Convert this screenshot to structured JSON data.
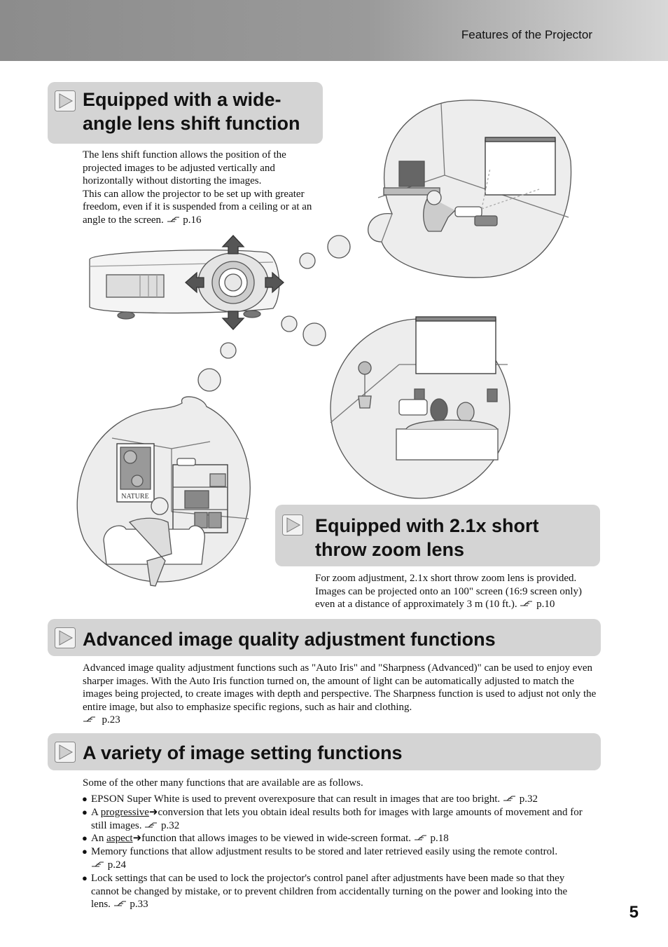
{
  "header": {
    "title": "Features of the Projector"
  },
  "sections": {
    "lens_shift": {
      "title_line1": "Equipped with a wide-",
      "title_line2": "angle lens shift function",
      "p1": "The lens shift function allows the position of the projected images to be adjusted vertically and horizontally without distorting the images.",
      "p2": "This can allow the projector to be set up with greater freedom, even if it is suspended from a ceiling or at an angle to the screen.",
      "ref": "p.16"
    },
    "zoom": {
      "title_line1": "Equipped with 2.1x short",
      "title_line2": "throw zoom lens",
      "text": "For zoom adjustment, 2.1x short throw zoom lens is provided. Images can be projected onto an 100\" screen (16:9 screen only) even at a distance of approximately 3 m (10 ft.).",
      "ref": "p.10"
    },
    "quality": {
      "title": "Advanced image quality adjustment functions",
      "text": "Advanced image quality adjustment functions such as \"Auto Iris\" and \"Sharpness (Advanced)\" can be used to enjoy even sharper images. With the Auto Iris function turned on, the amount of light can be automatically adjusted to match the images being projected, to create images with depth and perspective. The Sharpness function is used to adjust not only the entire image, but also to emphasize specific regions, such as hair and clothing.",
      "ref": "p.23"
    },
    "settings": {
      "title": "A variety of image setting functions",
      "intro": "Some of the other many functions that are available are as follows.",
      "b1_text": "EPSON Super White is used to prevent overexposure that can result in images that are too bright.",
      "b1_ref": "p.32",
      "b2_pre": "A ",
      "b2_term": "progressive",
      "b2_post": "conversion that lets you obtain ideal results both for images with large amounts of movement and for still images.",
      "b2_ref": "p.32",
      "b3_pre": "An ",
      "b3_term": "aspect",
      "b3_post": "function that allows images to be viewed in wide-screen format.",
      "b3_ref": "p.18",
      "b4_text": "Memory functions that allow adjustment results to be stored and later retrieved easily using the remote control.",
      "b4_ref": "p.24",
      "b5_text": "Lock settings that can be used to lock the projector's control panel after adjustments have been made so that they cannot be changed by mistake, or to prevent children from accidentally turning on the power and looking into the lens.",
      "b5_ref": "p.33"
    }
  },
  "illustration": {
    "poster_label": "NATURE"
  },
  "page_number": "5"
}
